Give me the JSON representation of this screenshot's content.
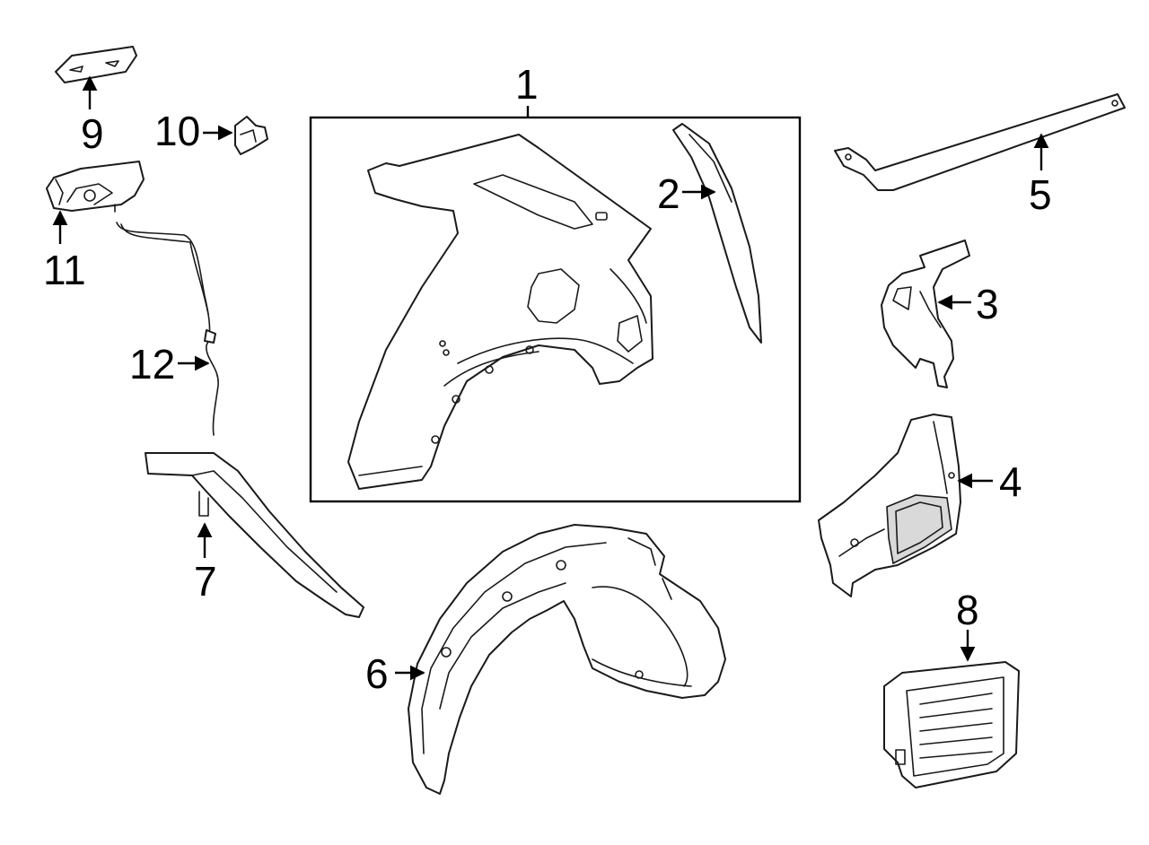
{
  "callouts": {
    "c1": "1",
    "c2": "2",
    "c3": "3",
    "c4": "4",
    "c5": "5",
    "c6": "6",
    "c7": "7",
    "c8": "8",
    "c9": "9",
    "c10": "10",
    "c11": "11",
    "c12": "12"
  },
  "colors": {
    "line": "#1a1a1a",
    "background": "#ffffff",
    "shade": "#d9d9d9"
  }
}
